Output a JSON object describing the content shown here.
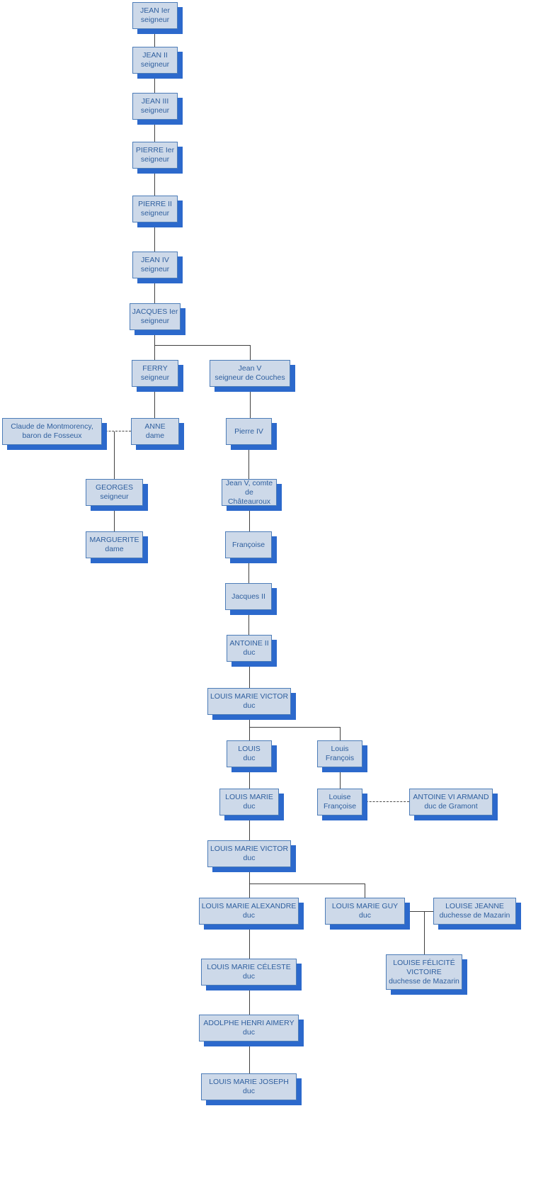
{
  "diagram": {
    "type": "family-tree",
    "colors": {
      "node_fill": "#cdd9e9",
      "node_border": "#4c7cb8",
      "node_shadow": "#2c69cc",
      "node_text": "#2f5f9e",
      "connector_line": "#404040",
      "background": "#ffffff"
    },
    "nodes": [
      {
        "id": "jean-ier",
        "line1": "JEAN Ier",
        "line2": "seigneur"
      },
      {
        "id": "jean-ii",
        "line1": "JEAN II",
        "line2": "seigneur"
      },
      {
        "id": "jean-iii",
        "line1": "JEAN III",
        "line2": "seigneur"
      },
      {
        "id": "pierre-ier",
        "line1": "PIERRE Ier",
        "line2": "seigneur"
      },
      {
        "id": "pierre-ii",
        "line1": "PIERRE II",
        "line2": "seigneur"
      },
      {
        "id": "jean-iv",
        "line1": "JEAN IV",
        "line2": "seigneur"
      },
      {
        "id": "jacques-ier",
        "line1": "JACQUES Ier",
        "line2": "seigneur"
      },
      {
        "id": "ferry",
        "line1": "FERRY",
        "line2": "seigneur"
      },
      {
        "id": "jean-v-couches",
        "line1": "Jean V",
        "line2": "seigneur de Couches"
      },
      {
        "id": "claude-de-montmorency",
        "line1": "Claude de Montmorency,",
        "line2": "baron de Fosseux"
      },
      {
        "id": "anne",
        "line1": "ANNE",
        "line2": "dame"
      },
      {
        "id": "pierre-iv",
        "line1": "Pierre IV"
      },
      {
        "id": "georges",
        "line1": "GEORGES",
        "line2": "seigneur"
      },
      {
        "id": "jean-v-chateauroux",
        "line1": "Jean V, comte",
        "line2": "de Châteauroux"
      },
      {
        "id": "marguerite",
        "line1": "MARGUERITE",
        "line2": "dame"
      },
      {
        "id": "francoise",
        "line1": "Françoise"
      },
      {
        "id": "jacques-ii",
        "line1": "Jacques II"
      },
      {
        "id": "antoine-ii",
        "line1": "ANTOINE II",
        "line2": "duc"
      },
      {
        "id": "louis-marie-victor-1",
        "line1": "LOUIS MARIE VICTOR",
        "line2": "duc"
      },
      {
        "id": "louis",
        "line1": "LOUIS",
        "line2": "duc"
      },
      {
        "id": "louis-francois",
        "line1": "Louis",
        "line2": "François"
      },
      {
        "id": "louis-marie",
        "line1": "LOUIS MARIE",
        "line2": "duc"
      },
      {
        "id": "louise-francoise",
        "line1": "Louise",
        "line2": "Françoise"
      },
      {
        "id": "antoine-vi-armand",
        "line1": "ANTOINE VI ARMAND",
        "line2": "duc de Gramont"
      },
      {
        "id": "louis-marie-victor-2",
        "line1": "LOUIS MARIE VICTOR",
        "line2": "duc"
      },
      {
        "id": "louis-marie-alexandre",
        "line1": "LOUIS MARIE ALEXANDRE",
        "line2": "duc"
      },
      {
        "id": "louis-marie-guy",
        "line1": "LOUIS MARIE GUY",
        "line2": "duc"
      },
      {
        "id": "louise-jeanne",
        "line1": "LOUISE JEANNE",
        "line2": "duchesse de Mazarin"
      },
      {
        "id": "louis-marie-celeste",
        "line1": "LOUIS MARIE CÉLESTE",
        "line2": "duc"
      },
      {
        "id": "louise-felicite-victoire",
        "line1": "LOUISE FÉLICITÉ VICTOIRE",
        "line2": "duchesse de Mazarin"
      },
      {
        "id": "adolphe-henri-aimery",
        "line1": "ADOLPHE HENRI AIMERY",
        "line2": "duc"
      },
      {
        "id": "louis-marie-joseph",
        "line1": "LOUIS MARIE JOSEPH",
        "line2": "duc"
      }
    ],
    "edges": [
      {
        "from": "jean-ier",
        "to": "jean-ii",
        "style": "solid"
      },
      {
        "from": "jean-ii",
        "to": "jean-iii",
        "style": "solid"
      },
      {
        "from": "jean-iii",
        "to": "pierre-ier",
        "style": "solid"
      },
      {
        "from": "pierre-ier",
        "to": "pierre-ii",
        "style": "solid"
      },
      {
        "from": "pierre-ii",
        "to": "jean-iv",
        "style": "solid"
      },
      {
        "from": "jean-iv",
        "to": "jacques-ier",
        "style": "solid"
      },
      {
        "from": "jacques-ier",
        "to": "ferry",
        "style": "solid"
      },
      {
        "from": "jacques-ier",
        "to": "jean-v-couches",
        "style": "solid"
      },
      {
        "from": "ferry",
        "to": "anne",
        "style": "solid"
      },
      {
        "from": "claude-de-montmorency",
        "to": "anne",
        "style": "dashed"
      },
      {
        "from": "anne",
        "to": "georges",
        "style": "solid"
      },
      {
        "from": "georges",
        "to": "marguerite",
        "style": "solid"
      },
      {
        "from": "jean-v-couches",
        "to": "pierre-iv",
        "style": "solid"
      },
      {
        "from": "pierre-iv",
        "to": "jean-v-chateauroux",
        "style": "solid"
      },
      {
        "from": "jean-v-chateauroux",
        "to": "francoise",
        "style": "solid"
      },
      {
        "from": "francoise",
        "to": "jacques-ii",
        "style": "solid"
      },
      {
        "from": "jacques-ii",
        "to": "antoine-ii",
        "style": "solid"
      },
      {
        "from": "antoine-ii",
        "to": "louis-marie-victor-1",
        "style": "solid"
      },
      {
        "from": "louis-marie-victor-1",
        "to": "louis",
        "style": "solid"
      },
      {
        "from": "louis-marie-victor-1",
        "to": "louis-francois",
        "style": "solid"
      },
      {
        "from": "louis",
        "to": "louis-marie",
        "style": "solid"
      },
      {
        "from": "louis-francois",
        "to": "louise-francoise",
        "style": "solid"
      },
      {
        "from": "louise-francoise",
        "to": "antoine-vi-armand",
        "style": "dashed"
      },
      {
        "from": "louis-marie",
        "to": "louis-marie-victor-2",
        "style": "solid"
      },
      {
        "from": "louis-marie-victor-2",
        "to": "louis-marie-alexandre",
        "style": "solid"
      },
      {
        "from": "louis-marie-victor-2",
        "to": "louis-marie-guy",
        "style": "solid"
      },
      {
        "from": "louis-marie-guy",
        "to": "louise-jeanne",
        "style": "solid"
      },
      {
        "from": "louis-marie-guy",
        "to": "louise-felicite-victoire",
        "style": "solid"
      },
      {
        "from": "louis-marie-alexandre",
        "to": "louis-marie-celeste",
        "style": "solid"
      },
      {
        "from": "louis-marie-celeste",
        "to": "adolphe-henri-aimery",
        "style": "solid"
      },
      {
        "from": "adolphe-henri-aimery",
        "to": "louis-marie-joseph",
        "style": "solid"
      }
    ]
  }
}
